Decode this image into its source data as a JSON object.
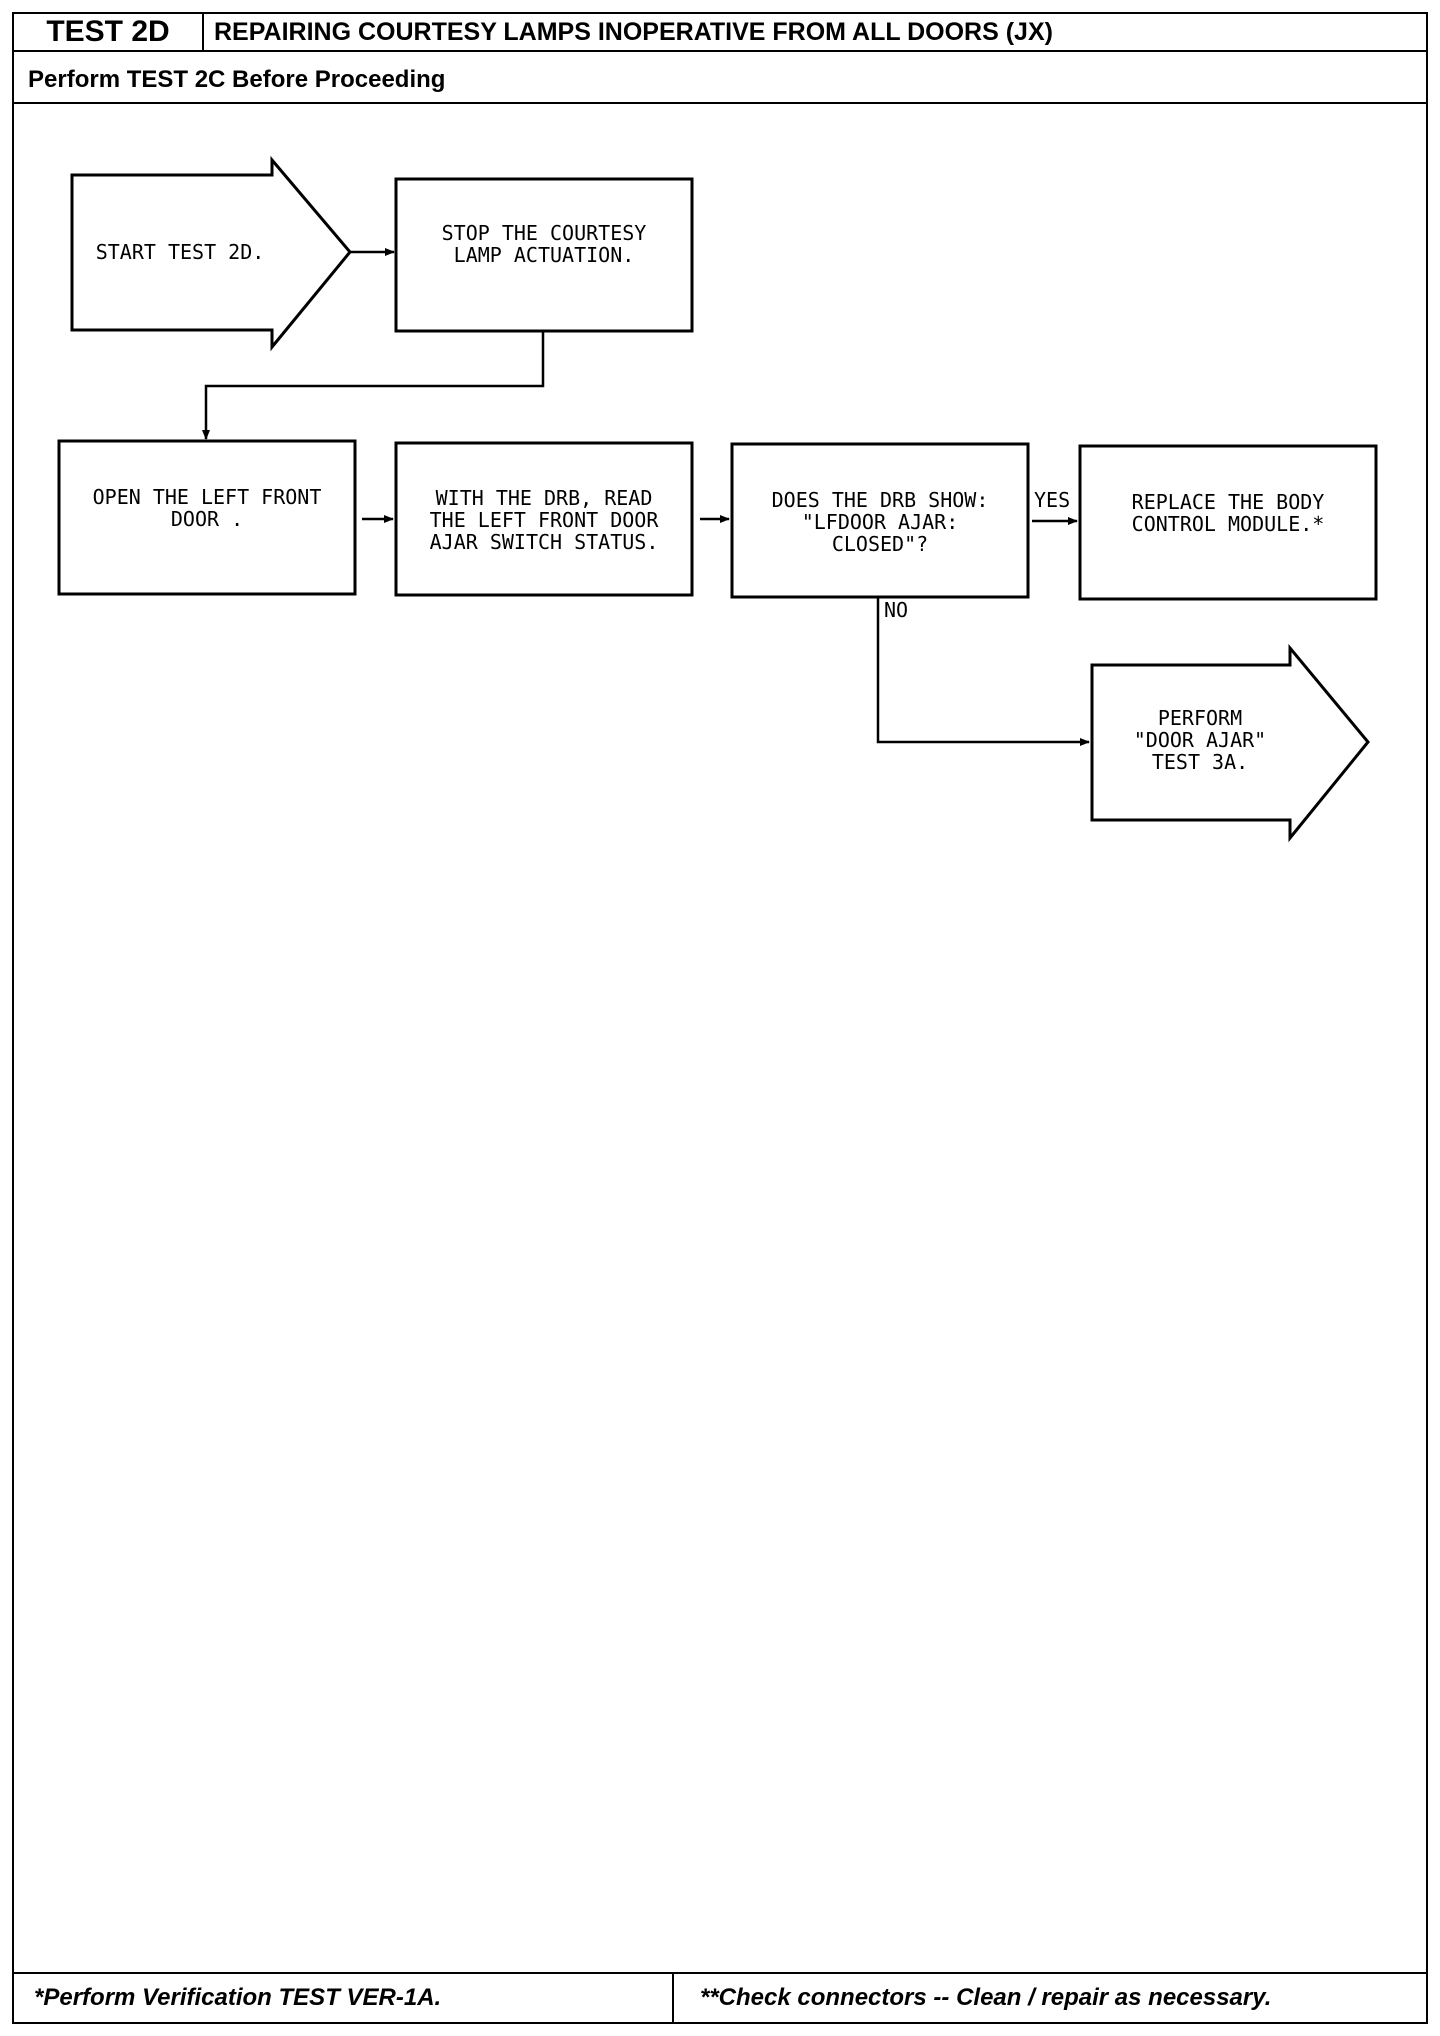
{
  "header": {
    "test_id": "TEST 2D",
    "title": "REPAIRING COURTESY LAMPS INOPERATIVE FROM ALL DOORS (JX)",
    "prerequisite": "Perform TEST 2C Before Proceeding"
  },
  "flowchart": {
    "nodes": [
      {
        "id": "start",
        "shape": "arrow",
        "label": "START TEST 2D."
      },
      {
        "id": "stop-actuation",
        "shape": "box",
        "label": "STOP THE COURTESY\nLAMP ACTUATION."
      },
      {
        "id": "open-door",
        "shape": "box",
        "label": "OPEN THE LEFT FRONT\nDOOR ."
      },
      {
        "id": "read-status",
        "shape": "box",
        "label": "WITH THE DRB, READ\nTHE LEFT FRONT DOOR\nAJAR SWITCH STATUS."
      },
      {
        "id": "decision",
        "shape": "box",
        "label": "DOES THE DRB SHOW:\n\"LFDOOR AJAR:\nCLOSED\"?"
      },
      {
        "id": "replace-bcm",
        "shape": "box",
        "label": "REPLACE THE BODY\nCONTROL MODULE.*"
      },
      {
        "id": "perform-3a",
        "shape": "arrow",
        "label": "PERFORM\n\"DOOR AJAR\"\nTEST 3A."
      }
    ],
    "edges": [
      {
        "from": "start",
        "to": "stop-actuation",
        "label": ""
      },
      {
        "from": "stop-actuation",
        "to": "open-door",
        "label": ""
      },
      {
        "from": "open-door",
        "to": "read-status",
        "label": ""
      },
      {
        "from": "read-status",
        "to": "decision",
        "label": ""
      },
      {
        "from": "decision",
        "to": "replace-bcm",
        "label": "YES"
      },
      {
        "from": "decision",
        "to": "perform-3a",
        "label": "NO"
      }
    ]
  },
  "footer": {
    "left_note": "*Perform Verification TEST VER-1A.",
    "right_note": "**Check connectors -- Clean / repair as necessary."
  }
}
